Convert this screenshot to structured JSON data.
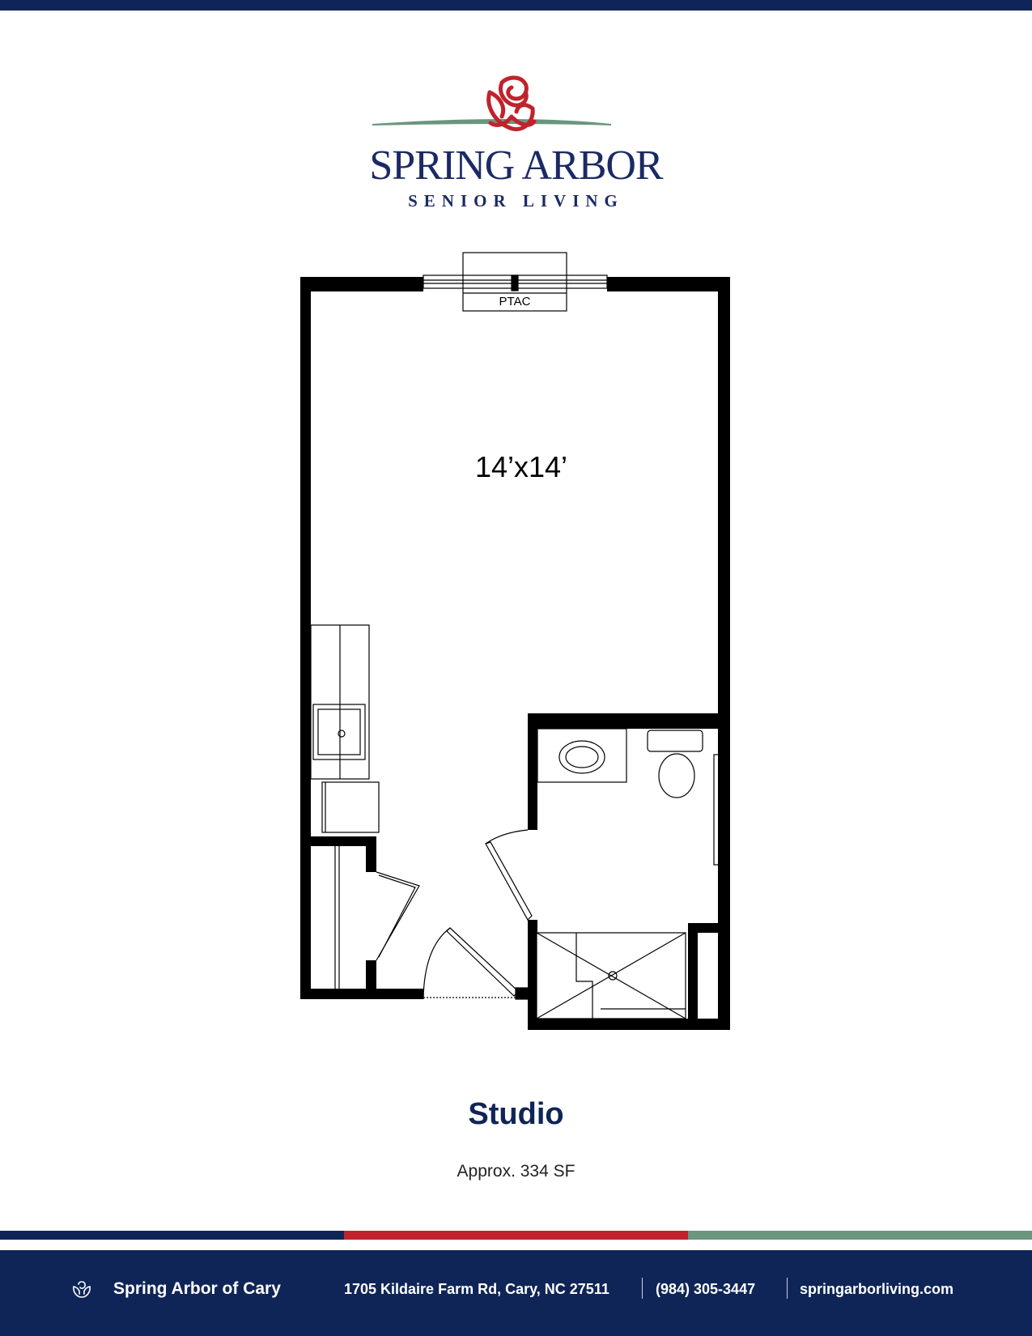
{
  "logo": {
    "brand": "SPRING ARBOR",
    "tagline": "SENIOR LIVING",
    "icon": "rose-icon"
  },
  "floorplan": {
    "ptac_label": "PTAC",
    "dimensions_label": "14’x14’"
  },
  "unit": {
    "name": "Studio",
    "area": "Approx. 334 SF"
  },
  "footer": {
    "community": "Spring Arbor of Cary",
    "address": "1705 Kildaire Farm Rd, Cary, NC 27511",
    "phone": "(984) 305-3447",
    "website": "springarborliving.com",
    "icon": "rose-outline-icon"
  },
  "colors": {
    "navy": "#0f2557",
    "red": "#c0232c",
    "sage": "#6a957e"
  }
}
